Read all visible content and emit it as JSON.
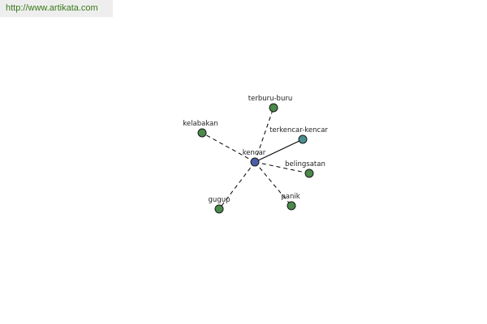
{
  "source_link": "http://www.artikata.com",
  "colors": {
    "center_node": "#4a5ea8",
    "leaf_node": "#4a8a4a",
    "highlight_node": "#4a8f8f",
    "edge": "#000000",
    "url_bg": "#eeeeee",
    "url_text": "#3a7a1a"
  },
  "graph": {
    "center": "kencar",
    "neighbors": [
      {
        "label": "terburu-buru",
        "link": "dashed"
      },
      {
        "label": "kelabakan",
        "link": "dashed"
      },
      {
        "label": "terkencar-kencar",
        "link": "solid"
      },
      {
        "label": "belingsatan",
        "link": "dashed"
      },
      {
        "label": "panik",
        "link": "dashed"
      },
      {
        "label": "gugup",
        "link": "dashed"
      }
    ]
  }
}
